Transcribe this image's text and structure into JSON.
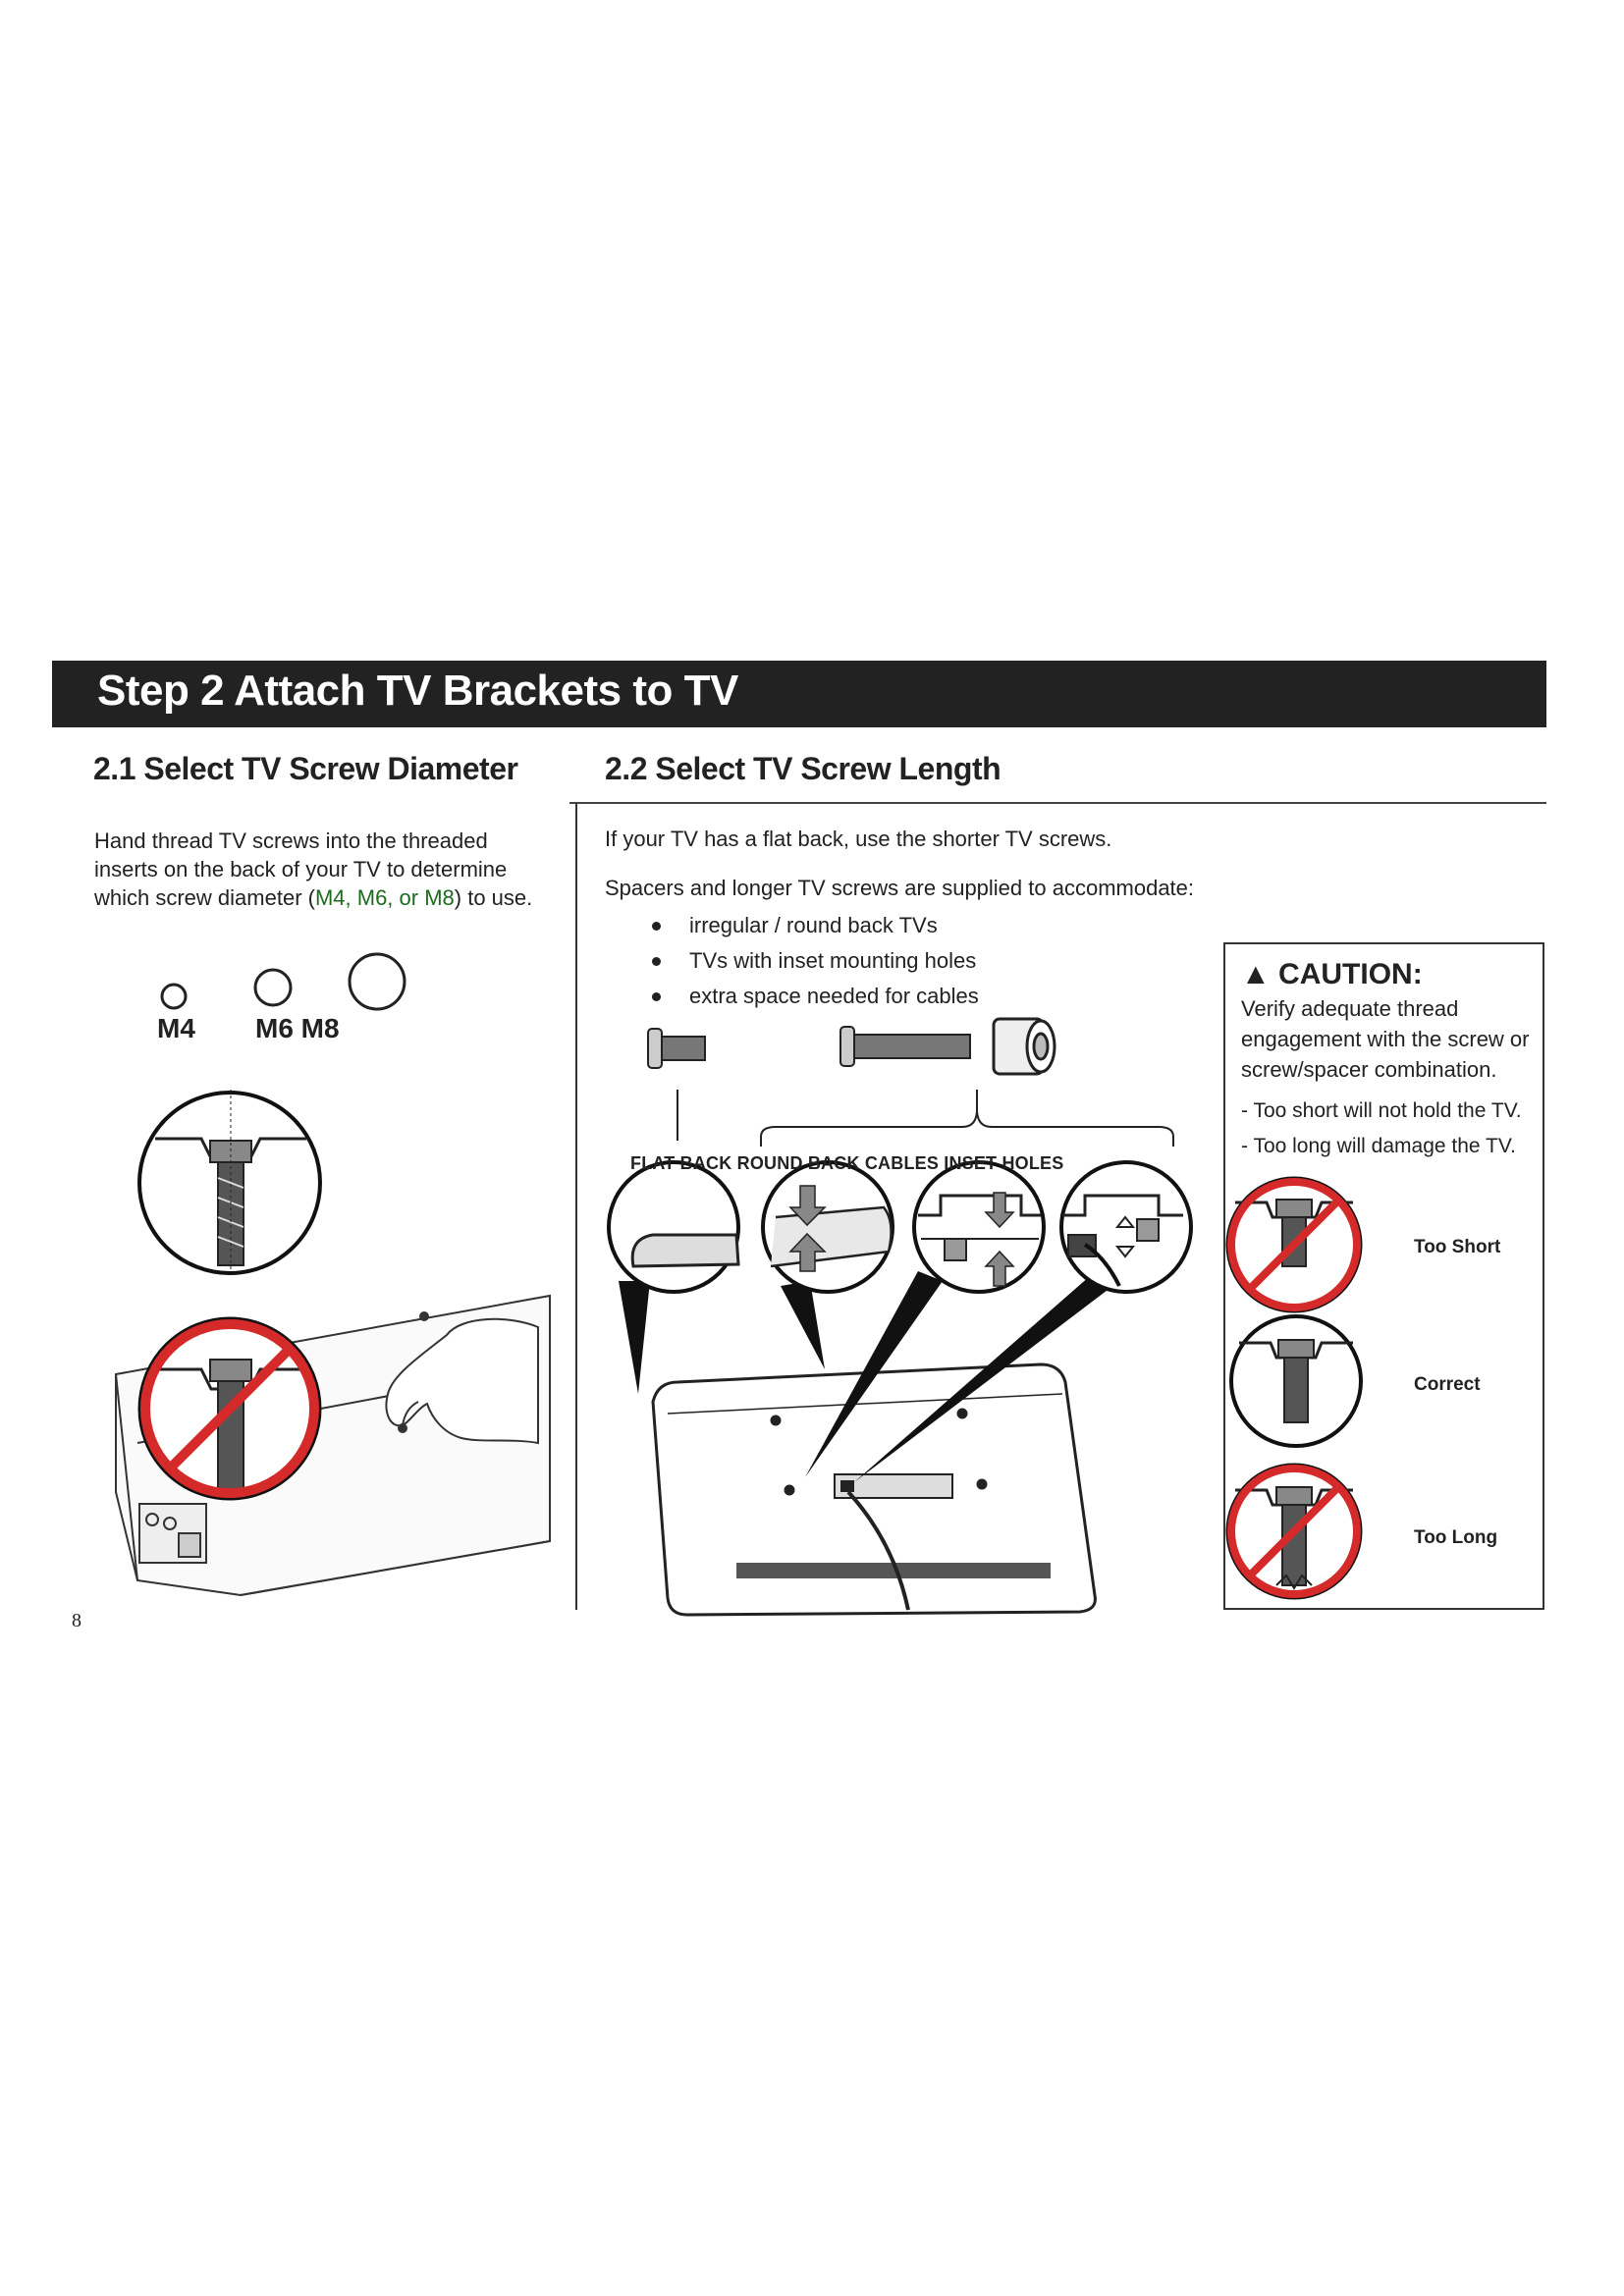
{
  "banner": {
    "title": "Step 2  Attach TV Brackets to TV"
  },
  "section1": {
    "heading": "2.1 Select TV Screw Diameter",
    "intro_lines": [
      "Hand thread TV screws into the threaded",
      "inserts on the back of your TV to determine"
    ],
    "line3_prefix": "which screw diameter (",
    "line3_highlight": "M4, M6, or M8",
    "line3_suffix": ") to use.",
    "sizes": {
      "m4": "M4",
      "m6m8": "M6 M8"
    }
  },
  "section2": {
    "heading": "2.2  Select TV Screw Length",
    "flat_back_text": "If your TV has a flat back, use the shorter TV screws.",
    "spacers_text": "Spacers and longer TV screws are supplied to accommodate:",
    "bullets": [
      "irregular / round back TVs",
      "TVs with inset mounting holes",
      "extra space needed for cables"
    ],
    "diagram_labels": "FLAT BACK ROUND BACK CABLES  INSET HOLES"
  },
  "caution": {
    "title": "CAUTION:",
    "body": "Verify adequate thread engagement with the screw or screw/spacer combination.",
    "items": [
      "- Too short will not hold the TV.",
      "- Too long will damage the TV."
    ],
    "labels": {
      "short": "Too Short",
      "correct": "Correct",
      "long": "Too Long"
    }
  },
  "page": {
    "number": "8"
  },
  "colors": {
    "banner": "#222222",
    "highlight": "#1d6b1d",
    "prohibit": "#d42a2a"
  }
}
